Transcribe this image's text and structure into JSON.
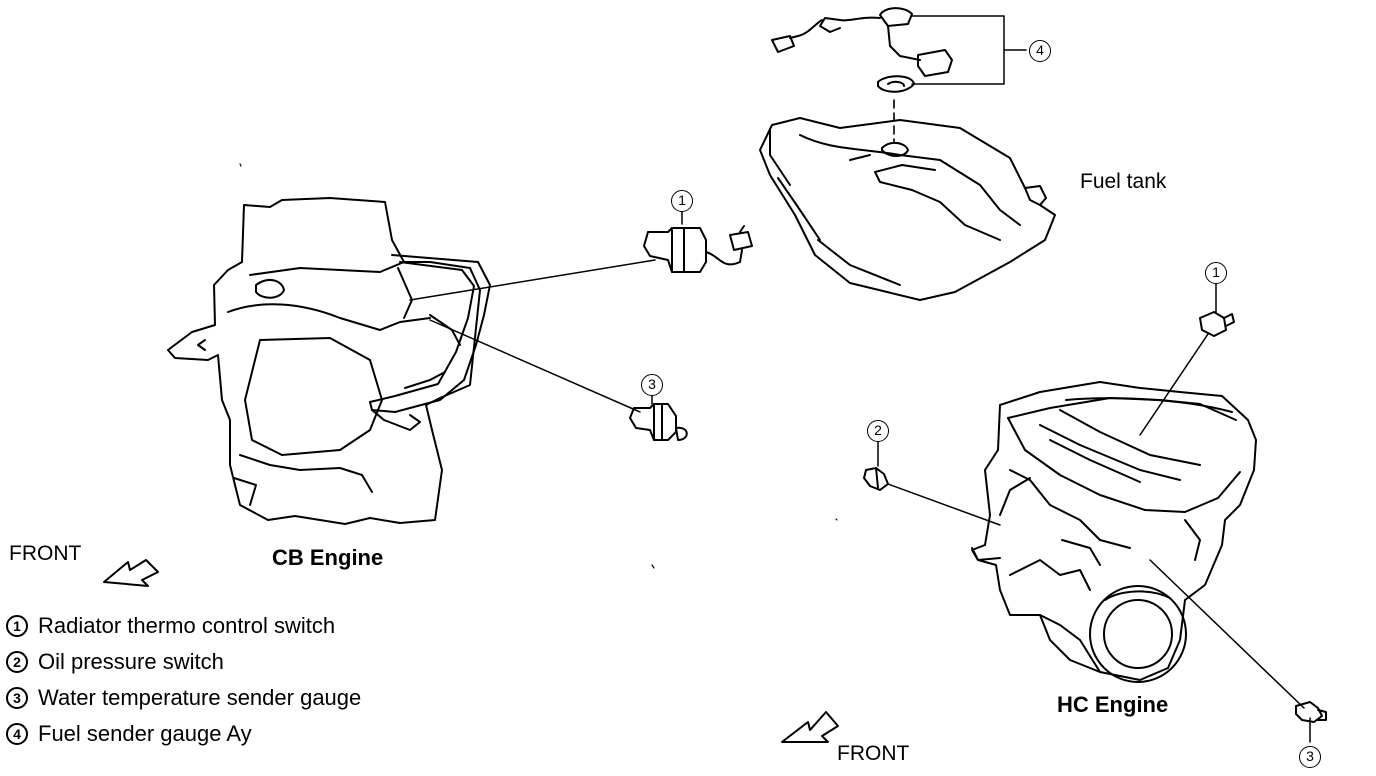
{
  "labels": {
    "front_left": "FRONT",
    "front_right": "FRONT",
    "cb_engine": "CB Engine",
    "hc_engine": "HC Engine",
    "fuel_tank": "Fuel tank"
  },
  "callouts": {
    "cb_radiator_switch": "1",
    "cb_water_gauge": "3",
    "hc_radiator_switch": "1",
    "hc_oil_switch": "2",
    "hc_water_gauge": "3",
    "fuel_sender": "4"
  },
  "legend": [
    {
      "num": "1",
      "text": "Radiator thermo control switch"
    },
    {
      "num": "2",
      "text": "Oil pressure switch"
    },
    {
      "num": "3",
      "text": "Water temperature sender gauge"
    },
    {
      "num": "4",
      "text": "Fuel sender gauge Ay"
    }
  ]
}
